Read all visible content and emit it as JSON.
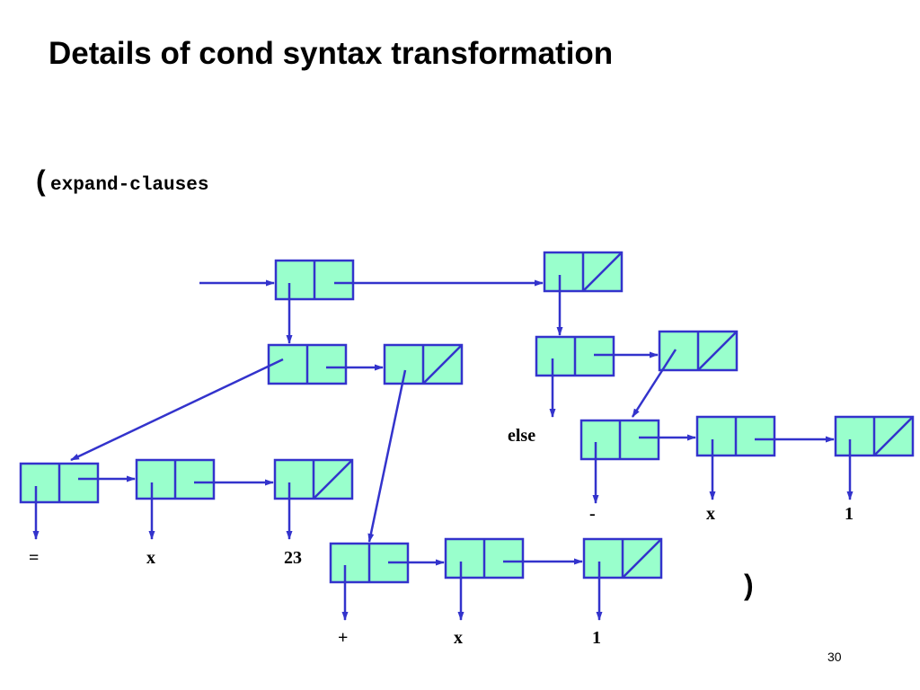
{
  "title": "Details of cond syntax transformation",
  "call": {
    "open_paren": "(",
    "procedure": "expand-clauses",
    "close_paren": ")"
  },
  "page_number": "30",
  "colors": {
    "cell_fill": "#99ffcc",
    "cell_border": "#3333cc",
    "arrow": "#3333cc"
  },
  "atoms": {
    "eq": "=",
    "x_first": "x",
    "n23": "23",
    "plus": "+",
    "x_second": "x",
    "one_second": "1",
    "else_sym": "else",
    "minus": "-",
    "x_third": "x",
    "one_third": "1"
  }
}
